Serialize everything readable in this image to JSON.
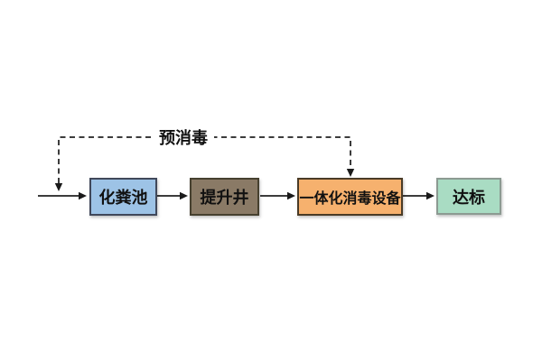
{
  "diagram": {
    "background": "#ffffff",
    "annotation": {
      "label": "预消毒"
    },
    "nodes": [
      {
        "id": "septic-tank",
        "label": "化粪池",
        "fill": "#9DC3E6",
        "border": "#40485A"
      },
      {
        "id": "lifting-well",
        "label": "提升井",
        "fill": "#8A7A66",
        "border": "#46402F"
      },
      {
        "id": "integrated-disinfection-equipment",
        "label": "一体化消毒设备",
        "fill": "#F6B16E",
        "border": "#4A3B26"
      },
      {
        "id": "discharge-compliance",
        "label": "达标",
        "fill": "#A9DCC3",
        "border": "#8C9A92"
      }
    ],
    "connector_color": "#3C3C3C",
    "text_color": "#111111"
  }
}
